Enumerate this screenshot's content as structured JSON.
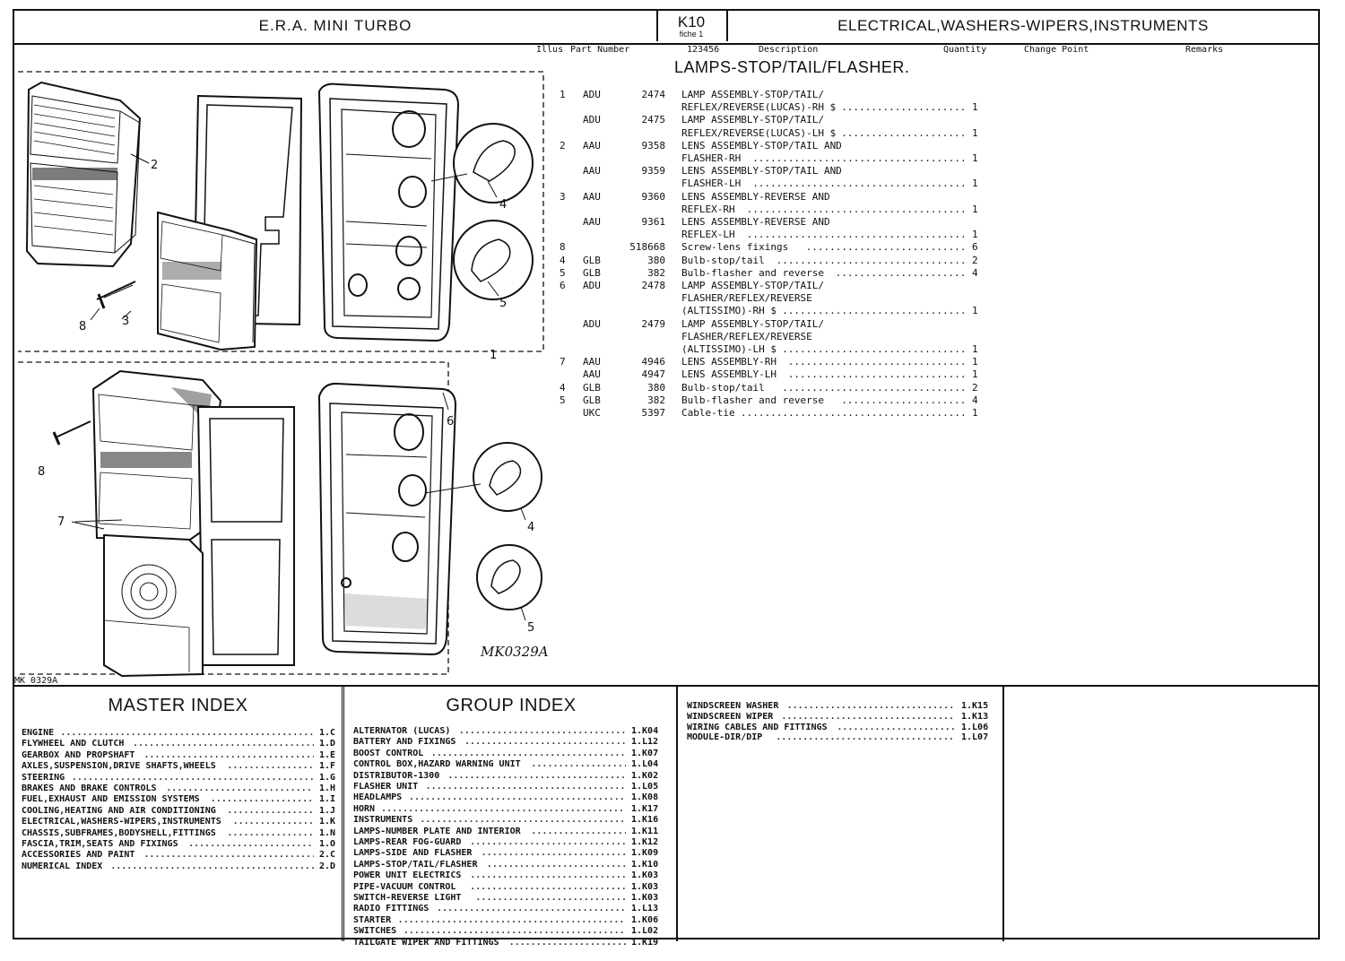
{
  "header": {
    "vehicle": "E.R.A. MINI TURBO",
    "fiche_code": "K10",
    "fiche_label": "fiche 1",
    "section": "ELECTRICAL,WASHERS-WIPERS,INSTRUMENTS"
  },
  "columns": [
    "Illus",
    "Part Number",
    "123456",
    "Description",
    "Quantity",
    "Change Point",
    "Remarks"
  ],
  "diagram": {
    "ref": "MK 0329A",
    "handwritten": "MK0329A",
    "callouts": [
      "2",
      "4",
      "8",
      "3",
      "5",
      "1",
      "6",
      "4",
      "8",
      "7",
      "5"
    ]
  },
  "parts_title": "LAMPS-STOP/TAIL/FLASHER.",
  "parts": [
    {
      "illus": "1",
      "prefix": "ADU",
      "number": "2474",
      "desc": "LAMP ASSEMBLY-STOP/TAIL/",
      "qty": ""
    },
    {
      "illus": "",
      "prefix": "",
      "number": "",
      "desc": "REFLEX/REVERSE(LUCAS)-RH $",
      "qty": "1"
    },
    {
      "illus": "",
      "prefix": "ADU",
      "number": "2475",
      "desc": "LAMP ASSEMBLY-STOP/TAIL/",
      "qty": ""
    },
    {
      "illus": "",
      "prefix": "",
      "number": "",
      "desc": "REFLEX/REVERSE(LUCAS)-LH $",
      "qty": "1"
    },
    {
      "illus": "2",
      "prefix": "AAU",
      "number": "9358",
      "desc": " LENS ASSEMBLY-STOP/TAIL AND",
      "qty": ""
    },
    {
      "illus": "",
      "prefix": "",
      "number": "",
      "desc": " FLASHER-RH",
      "qty": "1"
    },
    {
      "illus": "",
      "prefix": "AAU",
      "number": "9359",
      "desc": " LENS ASSEMBLY-STOP/TAIL AND",
      "qty": ""
    },
    {
      "illus": "",
      "prefix": "",
      "number": "",
      "desc": " FLASHER-LH",
      "qty": "1"
    },
    {
      "illus": "3",
      "prefix": "AAU",
      "number": "9360",
      "desc": " LENS ASSEMBLY-REVERSE AND",
      "qty": ""
    },
    {
      "illus": "",
      "prefix": "",
      "number": "",
      "desc": " REFLEX-RH",
      "qty": "1"
    },
    {
      "illus": "",
      "prefix": "AAU",
      "number": "9361",
      "desc": " LENS ASSEMBLY-REVERSE AND",
      "qty": ""
    },
    {
      "illus": "",
      "prefix": "",
      "number": "",
      "desc": " REFLEX-LH",
      "qty": "1"
    },
    {
      "illus": "8",
      "prefix": "",
      "number": "518668",
      "desc": "  Screw-lens fixings",
      "qty": "6"
    },
    {
      "illus": "4",
      "prefix": "GLB",
      "number": "380",
      "desc": " Bulb-stop/tail",
      "qty": "2"
    },
    {
      "illus": "5",
      "prefix": "GLB",
      "number": "382",
      "desc": " Bulb-flasher and reverse",
      "qty": "4"
    },
    {
      "illus": "6",
      "prefix": "ADU",
      "number": "2478",
      "desc": "LAMP ASSEMBLY-STOP/TAIL/",
      "qty": ""
    },
    {
      "illus": "",
      "prefix": "",
      "number": "",
      "desc": "FLASHER/REFLEX/REVERSE",
      "qty": ""
    },
    {
      "illus": "",
      "prefix": "",
      "number": "",
      "desc": "(ALTISSIMO)-RH $",
      "qty": "1"
    },
    {
      "illus": "",
      "prefix": "ADU",
      "number": "2479",
      "desc": "LAMP ASSEMBLY-STOP/TAIL/",
      "qty": ""
    },
    {
      "illus": "",
      "prefix": "",
      "number": "",
      "desc": "FLASHER/REFLEX/REVERSE",
      "qty": ""
    },
    {
      "illus": "",
      "prefix": "",
      "number": "",
      "desc": "(ALTISSIMO)-LH $",
      "qty": "1"
    },
    {
      "illus": "7",
      "prefix": "AAU",
      "number": "4946",
      "desc": " LENS ASSEMBLY-RH",
      "qty": "1"
    },
    {
      "illus": "",
      "prefix": "AAU",
      "number": "4947",
      "desc": " LENS ASSEMBLY-LH",
      "qty": "1"
    },
    {
      "illus": "4",
      "prefix": "GLB",
      "number": "380",
      "desc": "  Bulb-stop/tail",
      "qty": "2"
    },
    {
      "illus": "5",
      "prefix": "GLB",
      "number": "382",
      "desc": "  Bulb-flasher and reverse",
      "qty": "4"
    },
    {
      "illus": "",
      "prefix": "UKC",
      "number": "5397",
      "desc": "Cable-tie",
      "qty": "1"
    }
  ],
  "master_index": {
    "title": "MASTER INDEX",
    "items": [
      {
        "label": "ENGINE",
        "ref": "1.C"
      },
      {
        "label": "FLYWHEEL AND CLUTCH",
        "ref": "1.D"
      },
      {
        "label": "GEARBOX AND PROPSHAFT",
        "ref": "1.E"
      },
      {
        "label": "AXLES,SUSPENSION,DRIVE SHAFTS,WHEELS",
        "ref": "1.F"
      },
      {
        "label": "STEERING",
        "ref": "1.G"
      },
      {
        "label": "BRAKES AND BRAKE CONTROLS",
        "ref": "1.H"
      },
      {
        "label": "FUEL,EXHAUST AND EMISSION SYSTEMS",
        "ref": "1.I"
      },
      {
        "label": "COOLING,HEATING AND AIR CONDITIONING",
        "ref": "1.J"
      },
      {
        "label": "ELECTRICAL,WASHERS-WIPERS,INSTRUMENTS",
        "ref": "1.K"
      },
      {
        "label": "CHASSIS,SUBFRAMES,BODYSHELL,FITTINGS",
        "ref": "1.N"
      },
      {
        "label": "FASCIA,TRIM,SEATS AND FIXINGS",
        "ref": "1.O"
      },
      {
        "label": "ACCESSORIES AND PAINT",
        "ref": "2.C"
      },
      {
        "label": "NUMERICAL INDEX",
        "ref": "2.D"
      }
    ]
  },
  "group_index": {
    "title": "GROUP INDEX",
    "items": [
      {
        "label": "ALTERNATOR (LUCAS)",
        "ref": "1.K04"
      },
      {
        "label": "BATTERY AND FIXINGS",
        "ref": "1.L12"
      },
      {
        "label": "BOOST CONTROL",
        "ref": "1.K07"
      },
      {
        "label": "CONTROL BOX,HAZARD WARNING UNIT",
        "ref": "1.L04"
      },
      {
        "label": "DISTRIBUTOR-1300",
        "ref": "1.K02"
      },
      {
        "label": "FLASHER UNIT",
        "ref": "1.L05"
      },
      {
        "label": "HEADLAMPS",
        "ref": "1.K08"
      },
      {
        "label": "HORN",
        "ref": "1.K17"
      },
      {
        "label": "INSTRUMENTS",
        "ref": "1.K16"
      },
      {
        "label": "LAMPS-NUMBER PLATE AND INTERIOR",
        "ref": "1.K11"
      },
      {
        "label": "LAMPS-REAR FOG-GUARD",
        "ref": "1.K12"
      },
      {
        "label": "LAMPS-SIDE AND FLASHER",
        "ref": "1.K09"
      },
      {
        "label": "LAMPS-STOP/TAIL/FLASHER",
        "ref": "1.K10"
      },
      {
        "label": "POWER UNIT ELECTRICS",
        "ref": "1.K03"
      },
      {
        "label": " PIPE-VACUUM CONTROL",
        "ref": "1.K03"
      },
      {
        "label": " SWITCH-REVERSE LIGHT",
        "ref": "1.K03"
      },
      {
        "label": "RADIO FITTINGS",
        "ref": "1.L13"
      },
      {
        "label": "STARTER",
        "ref": "1.K06"
      },
      {
        "label": "SWITCHES",
        "ref": "1.L02"
      },
      {
        "label": "TAILGATE WIPER AND FITTINGS",
        "ref": "1.K19"
      }
    ]
  },
  "extra_index": {
    "items": [
      {
        "label": "WINDSCREEN WASHER",
        "ref": "1.K15"
      },
      {
        "label": "WINDSCREEN WIPER",
        "ref": "1.K13"
      },
      {
        "label": "WIRING CABLES AND FITTINGS",
        "ref": "1.L06"
      },
      {
        "label": " MODULE-DIR/DIP",
        "ref": "1.L07"
      }
    ]
  }
}
